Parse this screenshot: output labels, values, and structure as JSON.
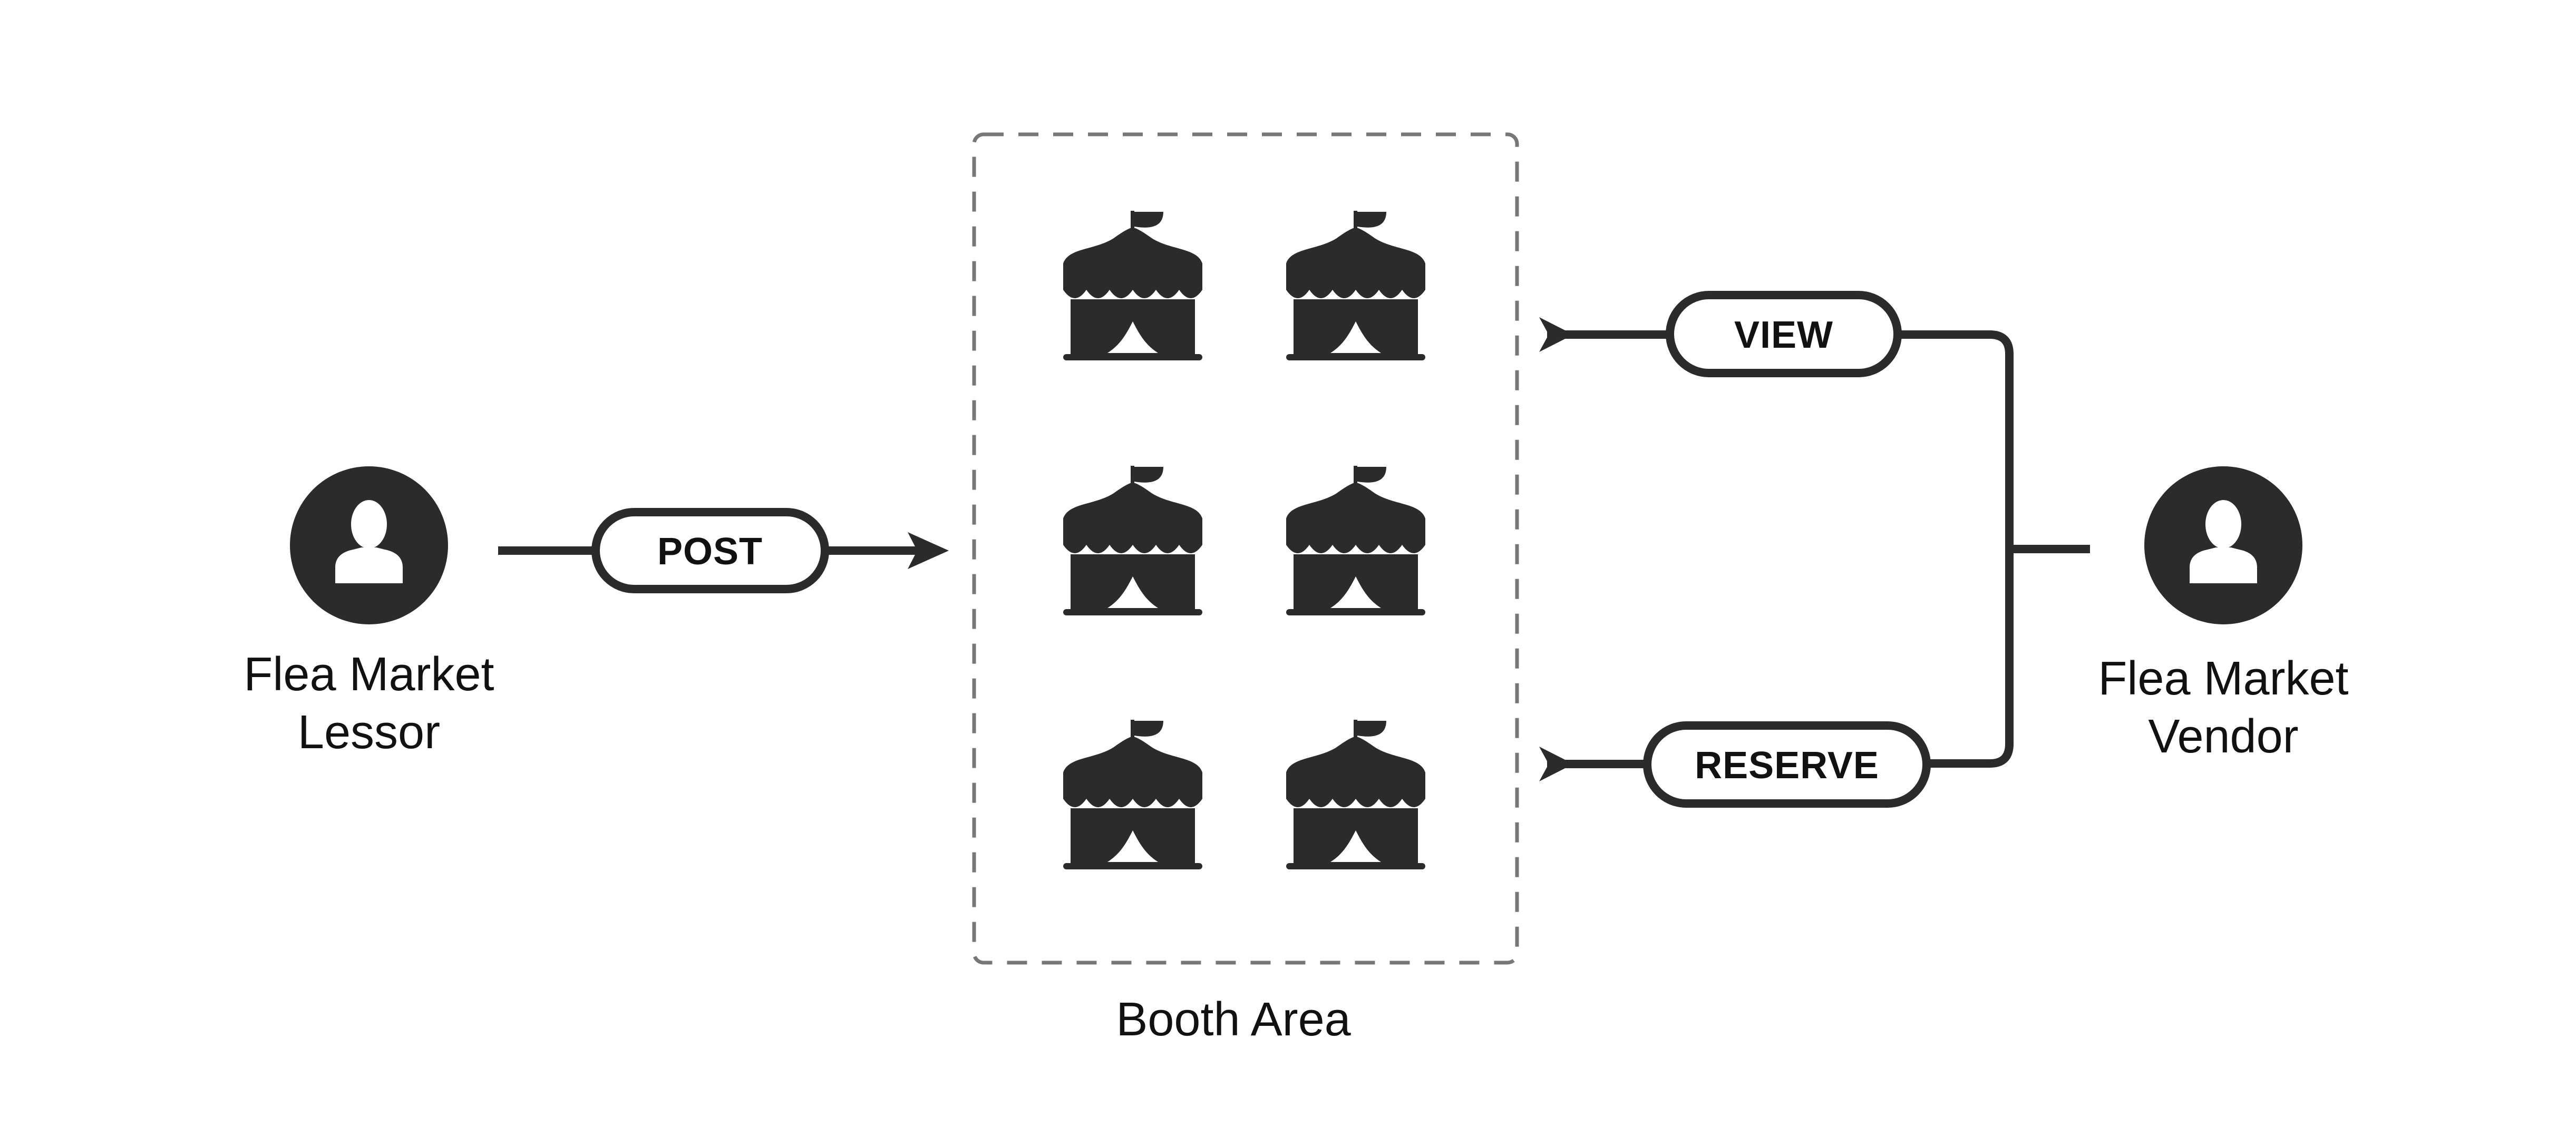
{
  "actors": {
    "lessor": {
      "line1": "Flea Market",
      "line2": "Lessor",
      "icon": "person-icon"
    },
    "vendor": {
      "line1": "Flea Market",
      "line2": "Vendor",
      "icon": "person-icon"
    }
  },
  "actions": {
    "post": "POST",
    "view": "VIEW",
    "reserve": "RESERVE"
  },
  "booth_area": {
    "label": "Booth Area",
    "booth_icon": "tent-icon",
    "booth_count": 6
  },
  "colors": {
    "ink": "#2b2b2b",
    "dashed_border": "#777777",
    "background": "#ffffff"
  }
}
